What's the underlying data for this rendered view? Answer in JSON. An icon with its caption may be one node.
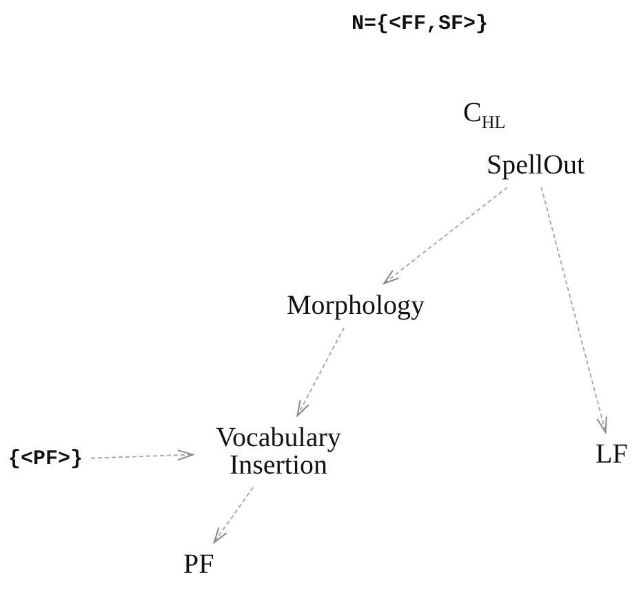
{
  "diagram": {
    "nodes": [
      {
        "text": [
          "N={<FF,SF>}"
        ]
      },
      {
        "text": [
          "C$_{HL}$"
        ]
      },
      {
        "text": [
          "SpellOut"
        ]
      },
      {
        "text": [
          "Morphology"
        ]
      },
      {
        "text": [
          "{<PF>}"
        ]
      },
      {
        "text": [
          "Vocabulary Insertion"
        ]
      },
      {
        "text": [
          "LF"
        ]
      },
      {
        "text": [
          "PF"
        ]
      }
    ],
    "edges": [
      {
        "from": 2,
        "to": 3,
        "arrow": "to"
      },
      {
        "from": 3,
        "to": 5,
        "arrow": "to"
      },
      {
        "from": 2,
        "to": 6,
        "arrow": "to"
      },
      {
        "from": 4,
        "to": 5,
        "arrow": "to"
      },
      {
        "from": 5,
        "to": 7,
        "arrow": "to"
      }
    ]
  }
}
